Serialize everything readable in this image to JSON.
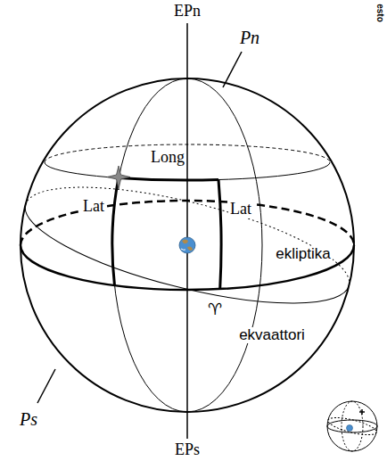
{
  "diagram": {
    "labels": [
      "EPn",
      "Pn",
      "Long",
      "Lat",
      "Lat",
      "ekliptika",
      "ekvaattori",
      "♈",
      "Ps",
      "EPs",
      "esto"
    ]
  }
}
